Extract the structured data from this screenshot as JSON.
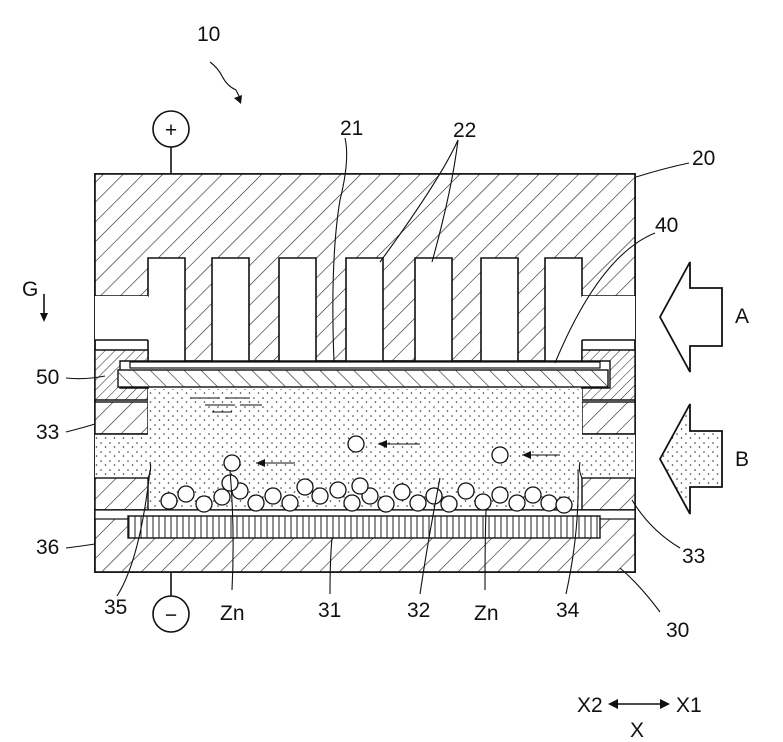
{
  "labels": {
    "device": "10",
    "positive_electrode": "20",
    "current_collector_positive": "21",
    "fins": "22",
    "negative_electrode": "30",
    "current_collector_negative": "31",
    "electrolyte": "32",
    "spacer_right": "33",
    "spacer_left": "33",
    "spacer_lower_right": "33",
    "outlet": "34",
    "inlet": "35",
    "bottom_plate": "36",
    "separator": "40",
    "gasket": "50",
    "flow_a": "A",
    "flow_b": "B",
    "gravity": "G",
    "zinc_left": "Zn",
    "zinc_right": "Zn",
    "axis_left": "X2",
    "axis_right": "X1",
    "axis_name": "X"
  },
  "terminals": {
    "positive": "+",
    "negative": "−"
  },
  "colors": {
    "ink": "#111111",
    "paper": "#ffffff"
  }
}
